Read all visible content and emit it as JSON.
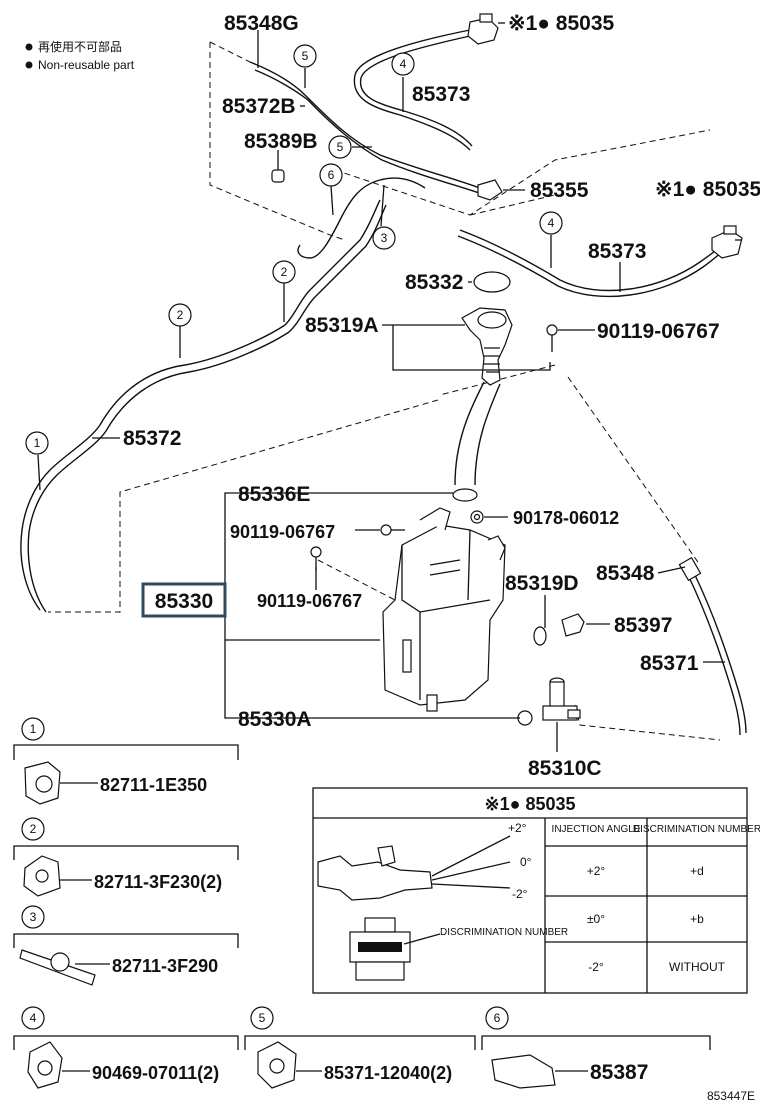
{
  "legend": {
    "line1": "再使用不可部品",
    "line2": "Non-reusable part"
  },
  "parts": {
    "p85348G": "85348G",
    "p85035_top": "※1● 85035",
    "p85372B": "85372B",
    "p85373_top": "85373",
    "p85389B": "85389B",
    "p85355": "85355",
    "p85035_right": "※1● 85035",
    "p85373_right": "85373",
    "p85332": "85332",
    "p85319A": "85319A",
    "p90119_06767_a": "90119-06767",
    "p85372": "85372",
    "p85336E": "85336E",
    "p90119_06767_b": "90119-06767",
    "p90178_06012": "90178-06012",
    "p90119_06767_c": "90119-06767",
    "p85330": "85330",
    "p85319D": "85319D",
    "p85348": "85348",
    "p85397": "85397",
    "p85371": "85371",
    "p85330A": "85330A",
    "p85310C": "85310C"
  },
  "callouts": {
    "c1": "1",
    "c2": "2",
    "c3": "3",
    "c4": "4",
    "c5": "5",
    "c6": "6"
  },
  "clamps": [
    {
      "num": "1",
      "part": "82711-1E350"
    },
    {
      "num": "2",
      "part": "82711-3F230(2)"
    },
    {
      "num": "3",
      "part": "82711-3F290"
    },
    {
      "num": "4",
      "part": "90469-07011(2)"
    },
    {
      "num": "5",
      "part": "85371-12040(2)"
    },
    {
      "num": "6",
      "part": "85387"
    }
  ],
  "nozzle_table": {
    "title": "※1● 85035",
    "angle_plus": "+2°",
    "angle_zero": "0°",
    "angle_minus": "-2°",
    "disc_label": "DISCRIMINATION NUMBER",
    "col1_header": "INJECTION ANGLE",
    "col2_header": "DISCRIMINATION NUMBER",
    "rows": [
      {
        "angle": "+2°",
        "disc": "+d"
      },
      {
        "angle": "±0°",
        "disc": "+b"
      },
      {
        "angle": "-2°",
        "disc": "WITHOUT"
      }
    ]
  },
  "figure_id": "853447E"
}
